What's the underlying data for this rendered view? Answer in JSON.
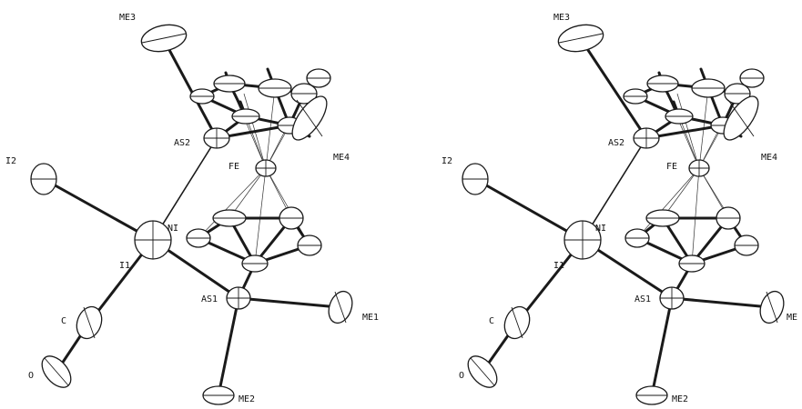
{
  "labels": {
    "me3": "ME3",
    "as2": "AS2",
    "me4": "ME4",
    "fe": "FE",
    "i2": "I2",
    "ni": "NI",
    "i1": "I1",
    "as1": "AS1",
    "me1": "ME1",
    "c": "C",
    "o": "O",
    "me2": "ME2"
  },
  "right_labels": {
    "me1": "ME"
  }
}
